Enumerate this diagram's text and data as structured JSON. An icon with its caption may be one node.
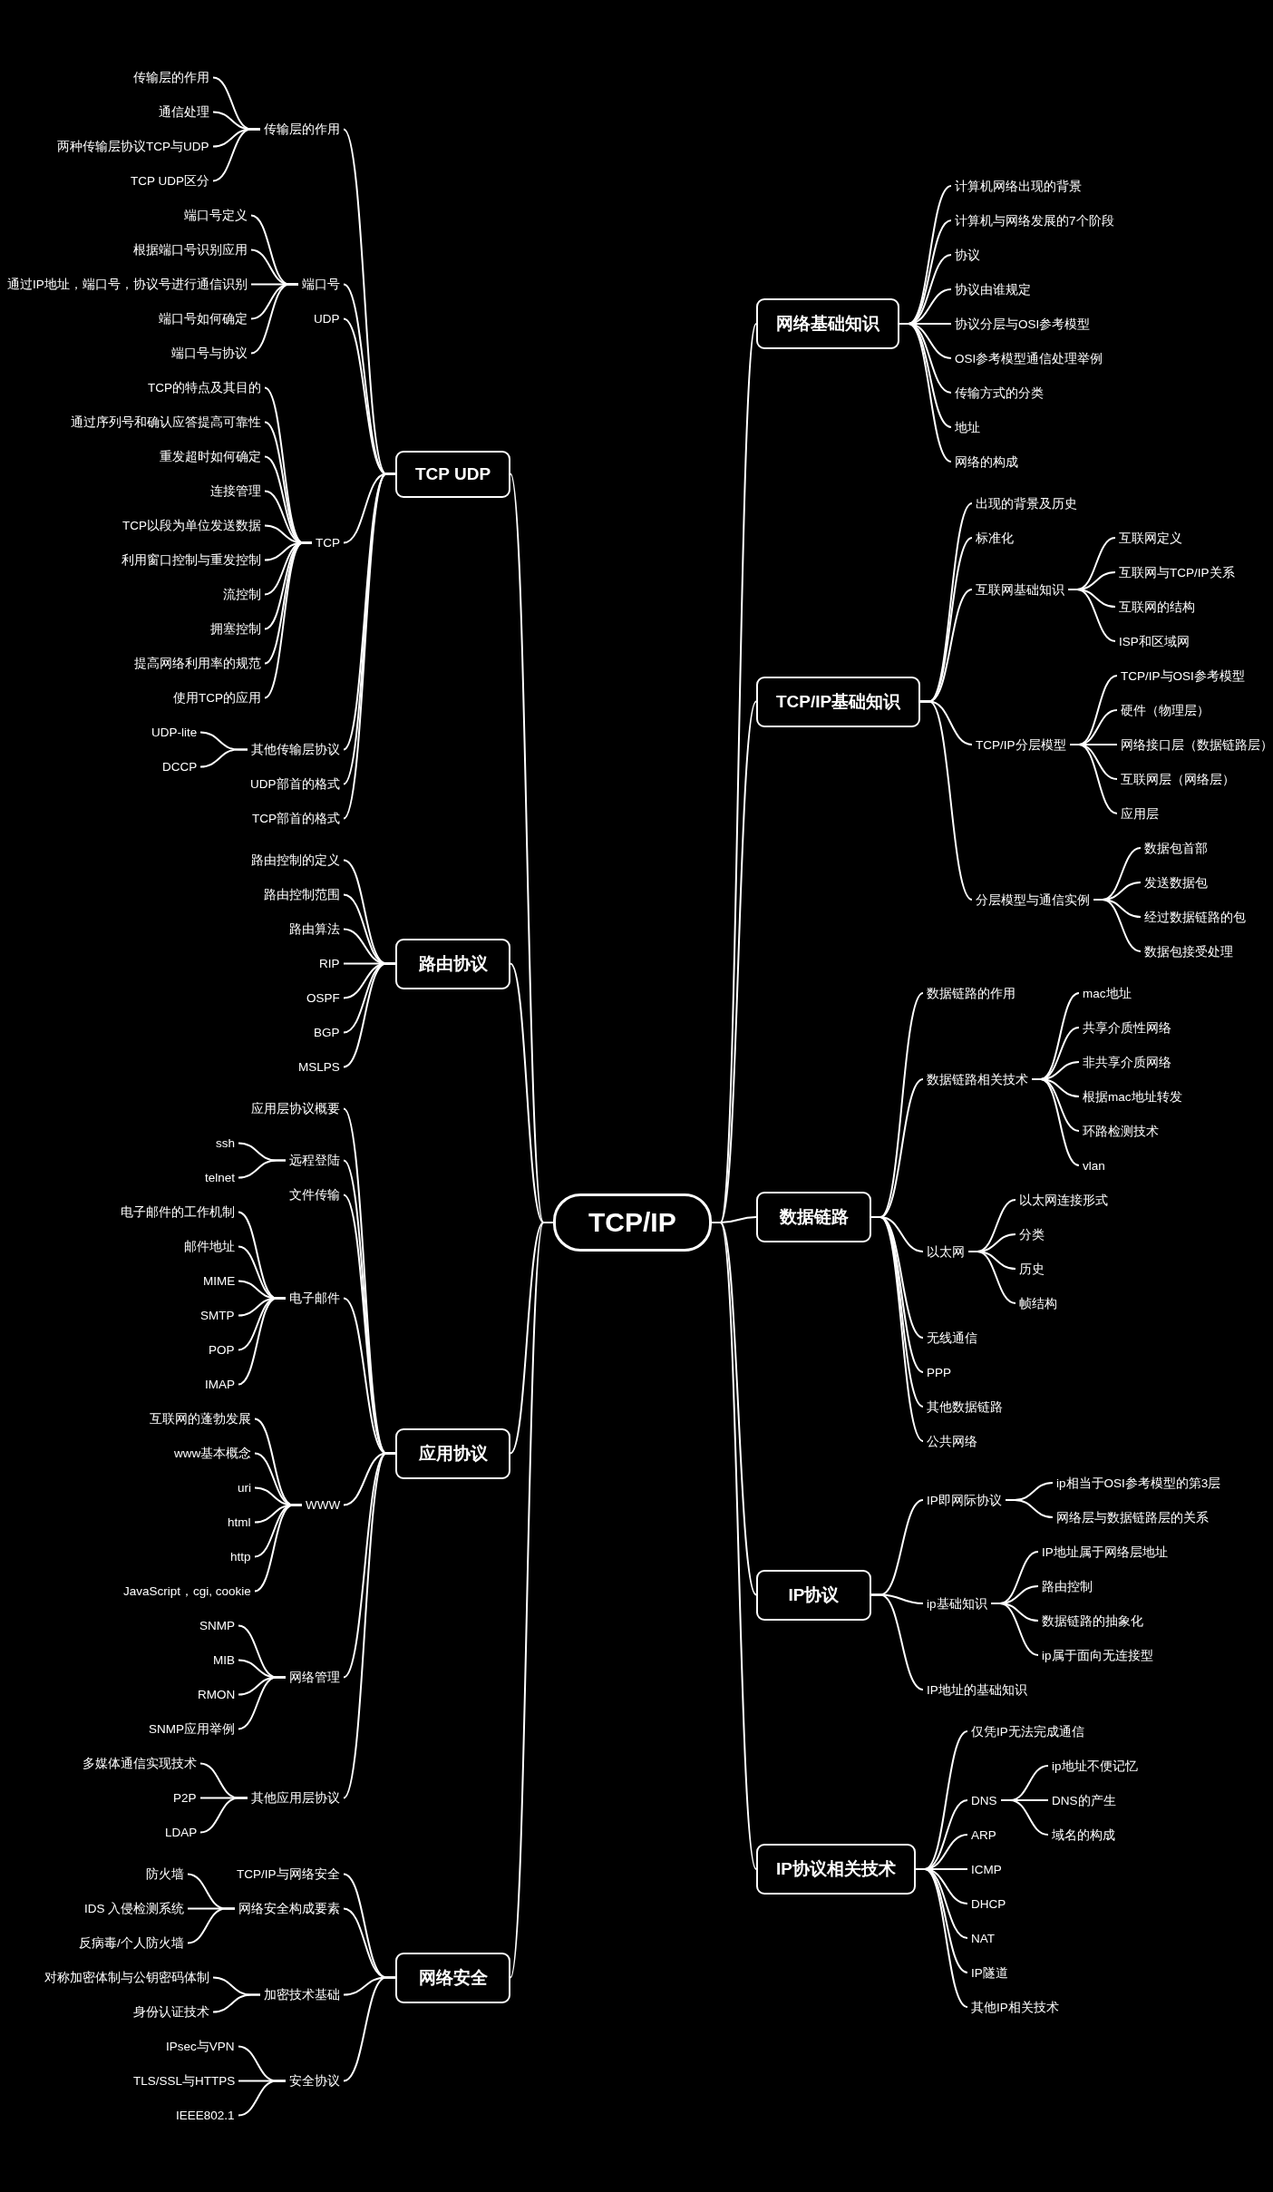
{
  "diagram": {
    "nodes": [
      {
        "text": [
          "TCP/IP"
        ]
      },
      {
        "text": [
          "TCP UDP"
        ]
      },
      {
        "text": [
          "传输层的作用"
        ]
      },
      {
        "text": [
          "传输层的作用"
        ]
      },
      {
        "text": [
          "通信处理"
        ]
      },
      {
        "text": [
          "两种传输层协议TCP与UDP"
        ]
      },
      {
        "text": [
          "TCP UDP区分"
        ]
      },
      {
        "text": [
          "端口号"
        ]
      },
      {
        "text": [
          "端口号定义"
        ]
      },
      {
        "text": [
          "根据端口号识别应用"
        ]
      },
      {
        "text": [
          "通过IP地址，端口号，协议号进行通信识别"
        ]
      },
      {
        "text": [
          "端口号如何确定"
        ]
      },
      {
        "text": [
          "端口号与协议"
        ]
      },
      {
        "text": [
          "UDP"
        ]
      },
      {
        "text": [
          "TCP"
        ]
      },
      {
        "text": [
          "TCP的特点及其目的"
        ]
      },
      {
        "text": [
          "通过序列号和确认应答提高可靠性"
        ]
      },
      {
        "text": [
          "重发超时如何确定"
        ]
      },
      {
        "text": [
          "连接管理"
        ]
      },
      {
        "text": [
          "TCP以段为单位发送数据"
        ]
      },
      {
        "text": [
          "利用窗口控制与重发控制"
        ]
      },
      {
        "text": [
          "流控制"
        ]
      },
      {
        "text": [
          "拥塞控制"
        ]
      },
      {
        "text": [
          "提高网络利用率的规范"
        ]
      },
      {
        "text": [
          "使用TCP的应用"
        ]
      },
      {
        "text": [
          "其他传输层协议"
        ]
      },
      {
        "text": [
          "UDP-lite"
        ]
      },
      {
        "text": [
          "DCCP"
        ]
      },
      {
        "text": [
          "UDP部首的格式"
        ]
      },
      {
        "text": [
          "TCP部首的格式"
        ]
      },
      {
        "text": [
          "路由协议"
        ]
      },
      {
        "text": [
          "路由控制的定义"
        ]
      },
      {
        "text": [
          "路由控制范围"
        ]
      },
      {
        "text": [
          "路由算法"
        ]
      },
      {
        "text": [
          "RIP"
        ]
      },
      {
        "text": [
          "OSPF"
        ]
      },
      {
        "text": [
          "BGP"
        ]
      },
      {
        "text": [
          "MSLPS"
        ]
      },
      {
        "text": [
          "应用协议"
        ]
      },
      {
        "text": [
          "应用层协议概要"
        ]
      },
      {
        "text": [
          "远程登陆"
        ]
      },
      {
        "text": [
          "ssh"
        ]
      },
      {
        "text": [
          "telnet"
        ]
      },
      {
        "text": [
          "文件传输"
        ]
      },
      {
        "text": [
          "电子邮件"
        ]
      },
      {
        "text": [
          "电子邮件的工作机制"
        ]
      },
      {
        "text": [
          "邮件地址"
        ]
      },
      {
        "text": [
          "MIME"
        ]
      },
      {
        "text": [
          "SMTP"
        ]
      },
      {
        "text": [
          "POP"
        ]
      },
      {
        "text": [
          "IMAP"
        ]
      },
      {
        "text": [
          "WWW"
        ]
      },
      {
        "text": [
          "互联网的蓬勃发展"
        ]
      },
      {
        "text": [
          "www基本概念"
        ]
      },
      {
        "text": [
          "uri"
        ]
      },
      {
        "text": [
          "html"
        ]
      },
      {
        "text": [
          "http"
        ]
      },
      {
        "text": [
          "JavaScript，cgi, cookie"
        ]
      },
      {
        "text": [
          "网络管理"
        ]
      },
      {
        "text": [
          "SNMP"
        ]
      },
      {
        "text": [
          "MIB"
        ]
      },
      {
        "text": [
          "RMON"
        ]
      },
      {
        "text": [
          "SNMP应用举例"
        ]
      },
      {
        "text": [
          "其他应用层协议"
        ]
      },
      {
        "text": [
          "多媒体通信实现技术"
        ]
      },
      {
        "text": [
          "P2P"
        ]
      },
      {
        "text": [
          "LDAP"
        ]
      },
      {
        "text": [
          "网络安全"
        ]
      },
      {
        "text": [
          "TCP/IP与网络安全"
        ]
      },
      {
        "text": [
          "网络安全构成要素"
        ]
      },
      {
        "text": [
          "防火墙"
        ]
      },
      {
        "text": [
          "IDS 入侵检测系统"
        ]
      },
      {
        "text": [
          "反病毒/个人防火墙"
        ]
      },
      {
        "text": [
          "加密技术基础"
        ]
      },
      {
        "text": [
          "对称加密体制与公钥密码体制"
        ]
      },
      {
        "text": [
          "身份认证技术"
        ]
      },
      {
        "text": [
          "安全协议"
        ]
      },
      {
        "text": [
          "IPsec与VPN"
        ]
      },
      {
        "text": [
          "TLS/SSL与HTTPS"
        ]
      },
      {
        "text": [
          "IEEE802.1"
        ]
      },
      {
        "text": [
          "网络基础知识"
        ]
      },
      {
        "text": [
          "计算机网络出现的背景"
        ]
      },
      {
        "text": [
          "计算机与网络发展的7个阶段"
        ]
      },
      {
        "text": [
          "协议"
        ]
      },
      {
        "text": [
          "协议由谁规定"
        ]
      },
      {
        "text": [
          "协议分层与OSI参考模型"
        ]
      },
      {
        "text": [
          "OSI参考模型通信处理举例"
        ]
      },
      {
        "text": [
          "传输方式的分类"
        ]
      },
      {
        "text": [
          "地址"
        ]
      },
      {
        "text": [
          "网络的构成"
        ]
      },
      {
        "text": [
          "TCP/IP基础知识"
        ]
      },
      {
        "text": [
          "出现的背景及历史"
        ]
      },
      {
        "text": [
          "标准化"
        ]
      },
      {
        "text": [
          "互联网基础知识"
        ]
      },
      {
        "text": [
          "互联网定义"
        ]
      },
      {
        "text": [
          "互联网与TCP/IP关系"
        ]
      },
      {
        "text": [
          "互联网的结构"
        ]
      },
      {
        "text": [
          "ISP和区域网"
        ]
      },
      {
        "text": [
          "TCP/IP分层模型"
        ]
      },
      {
        "text": [
          "TCP/IP与OSI参考模型"
        ]
      },
      {
        "text": [
          "硬件（物理层）"
        ]
      },
      {
        "text": [
          "网络接口层（数据链路层）"
        ]
      },
      {
        "text": [
          "互联网层（网络层）"
        ]
      },
      {
        "text": [
          "应用层"
        ]
      },
      {
        "text": [
          "分层模型与通信实例"
        ]
      },
      {
        "text": [
          "数据包首部"
        ]
      },
      {
        "text": [
          "发送数据包"
        ]
      },
      {
        "text": [
          "经过数据链路的包"
        ]
      },
      {
        "text": [
          "数据包接受处理"
        ]
      },
      {
        "text": [
          "数据链路"
        ]
      },
      {
        "text": [
          "数据链路的作用"
        ]
      },
      {
        "text": [
          "数据链路相关技术"
        ]
      },
      {
        "text": [
          "mac地址"
        ]
      },
      {
        "text": [
          "共享介质性网络"
        ]
      },
      {
        "text": [
          "非共享介质网络"
        ]
      },
      {
        "text": [
          "根据mac地址转发"
        ]
      },
      {
        "text": [
          "环路检测技术"
        ]
      },
      {
        "text": [
          "vlan"
        ]
      },
      {
        "text": [
          "以太网"
        ]
      },
      {
        "text": [
          "以太网连接形式"
        ]
      },
      {
        "text": [
          "分类"
        ]
      },
      {
        "text": [
          "历史"
        ]
      },
      {
        "text": [
          "帧结构"
        ]
      },
      {
        "text": [
          "无线通信"
        ]
      },
      {
        "text": [
          "PPP"
        ]
      },
      {
        "text": [
          "其他数据链路"
        ]
      },
      {
        "text": [
          "公共网络"
        ]
      },
      {
        "text": [
          "IP协议"
        ]
      },
      {
        "text": [
          "IP即网际协议"
        ]
      },
      {
        "text": [
          "ip相当于OSI参考模型的第3层"
        ]
      },
      {
        "text": [
          "网络层与数据链路层的关系"
        ]
      },
      {
        "text": [
          "ip基础知识"
        ]
      },
      {
        "text": [
          "IP地址属于网络层地址"
        ]
      },
      {
        "text": [
          "路由控制"
        ]
      },
      {
        "text": [
          "数据链路的抽象化"
        ]
      },
      {
        "text": [
          "ip属于面向无连接型"
        ]
      },
      {
        "text": [
          "IP地址的基础知识"
        ]
      },
      {
        "text": [
          "IP协议相关技术"
        ]
      },
      {
        "text": [
          "仅凭IP无法完成通信"
        ]
      },
      {
        "text": [
          "DNS"
        ]
      },
      {
        "text": [
          "ip地址不便记忆"
        ]
      },
      {
        "text": [
          "DNS的产生"
        ]
      },
      {
        "text": [
          "域名的构成"
        ]
      },
      {
        "text": [
          "ARP"
        ]
      },
      {
        "text": [
          "ICMP"
        ]
      },
      {
        "text": [
          "DHCP"
        ]
      },
      {
        "text": [
          "NAT"
        ]
      },
      {
        "text": [
          "IP隧道"
        ]
      },
      {
        "text": [
          "其他IP相关技术"
        ]
      }
    ],
    "edges": [
      {
        "from": 0,
        "to": 1,
        "arrow": "none"
      },
      {
        "from": 0,
        "to": 30,
        "arrow": "none"
      },
      {
        "from": 0,
        "to": 38,
        "arrow": "none"
      },
      {
        "from": 0,
        "to": 67,
        "arrow": "none"
      },
      {
        "from": 0,
        "to": 80,
        "arrow": "none"
      },
      {
        "from": 0,
        "to": 90,
        "arrow": "none"
      },
      {
        "from": 0,
        "to": 109,
        "arrow": "none"
      },
      {
        "from": 0,
        "to": 127,
        "arrow": "none"
      },
      {
        "from": 0,
        "to": 137,
        "arrow": "none"
      },
      {
        "from": 1,
        "to": 2,
        "arrow": "none"
      },
      {
        "from": 1,
        "to": 7,
        "arrow": "none"
      },
      {
        "from": 1,
        "to": 13,
        "arrow": "none"
      },
      {
        "from": 1,
        "to": 14,
        "arrow": "none"
      },
      {
        "from": 1,
        "to": 25,
        "arrow": "none"
      },
      {
        "from": 1,
        "to": 28,
        "arrow": "none"
      },
      {
        "from": 1,
        "to": 29,
        "arrow": "none"
      },
      {
        "from": 2,
        "to": 3,
        "arrow": "none"
      },
      {
        "from": 2,
        "to": 4,
        "arrow": "none"
      },
      {
        "from": 2,
        "to": 5,
        "arrow": "none"
      },
      {
        "from": 2,
        "to": 6,
        "arrow": "none"
      },
      {
        "from": 7,
        "to": 8,
        "arrow": "none"
      },
      {
        "from": 7,
        "to": 9,
        "arrow": "none"
      },
      {
        "from": 7,
        "to": 10,
        "arrow": "none"
      },
      {
        "from": 7,
        "to": 11,
        "arrow": "none"
      },
      {
        "from": 7,
        "to": 12,
        "arrow": "none"
      },
      {
        "from": 14,
        "to": 15,
        "arrow": "none"
      },
      {
        "from": 14,
        "to": 16,
        "arrow": "none"
      },
      {
        "from": 14,
        "to": 17,
        "arrow": "none"
      },
      {
        "from": 14,
        "to": 18,
        "arrow": "none"
      },
      {
        "from": 14,
        "to": 19,
        "arrow": "none"
      },
      {
        "from": 14,
        "to": 20,
        "arrow": "none"
      },
      {
        "from": 14,
        "to": 21,
        "arrow": "none"
      },
      {
        "from": 14,
        "to": 22,
        "arrow": "none"
      },
      {
        "from": 14,
        "to": 23,
        "arrow": "none"
      },
      {
        "from": 14,
        "to": 24,
        "arrow": "none"
      },
      {
        "from": 25,
        "to": 26,
        "arrow": "none"
      },
      {
        "from": 25,
        "to": 27,
        "arrow": "none"
      },
      {
        "from": 30,
        "to": 31,
        "arrow": "none"
      },
      {
        "from": 30,
        "to": 32,
        "arrow": "none"
      },
      {
        "from": 30,
        "to": 33,
        "arrow": "none"
      },
      {
        "from": 30,
        "to": 34,
        "arrow": "none"
      },
      {
        "from": 30,
        "to": 35,
        "arrow": "none"
      },
      {
        "from": 30,
        "to": 36,
        "arrow": "none"
      },
      {
        "from": 30,
        "to": 37,
        "arrow": "none"
      },
      {
        "from": 38,
        "to": 39,
        "arrow": "none"
      },
      {
        "from": 38,
        "to": 40,
        "arrow": "none"
      },
      {
        "from": 38,
        "to": 43,
        "arrow": "none"
      },
      {
        "from": 38,
        "to": 44,
        "arrow": "none"
      },
      {
        "from": 38,
        "to": 51,
        "arrow": "none"
      },
      {
        "from": 38,
        "to": 58,
        "arrow": "none"
      },
      {
        "from": 38,
        "to": 63,
        "arrow": "none"
      },
      {
        "from": 40,
        "to": 41,
        "arrow": "none"
      },
      {
        "from": 40,
        "to": 42,
        "arrow": "none"
      },
      {
        "from": 44,
        "to": 45,
        "arrow": "none"
      },
      {
        "from": 44,
        "to": 46,
        "arrow": "none"
      },
      {
        "from": 44,
        "to": 47,
        "arrow": "none"
      },
      {
        "from": 44,
        "to": 48,
        "arrow": "none"
      },
      {
        "from": 44,
        "to": 49,
        "arrow": "none"
      },
      {
        "from": 44,
        "to": 50,
        "arrow": "none"
      },
      {
        "from": 51,
        "to": 52,
        "arrow": "none"
      },
      {
        "from": 51,
        "to": 53,
        "arrow": "none"
      },
      {
        "from": 51,
        "to": 54,
        "arrow": "none"
      },
      {
        "from": 51,
        "to": 55,
        "arrow": "none"
      },
      {
        "from": 51,
        "to": 56,
        "arrow": "none"
      },
      {
        "from": 51,
        "to": 57,
        "arrow": "none"
      },
      {
        "from": 58,
        "to": 59,
        "arrow": "none"
      },
      {
        "from": 58,
        "to": 60,
        "arrow": "none"
      },
      {
        "from": 58,
        "to": 61,
        "arrow": "none"
      },
      {
        "from": 58,
        "to": 62,
        "arrow": "none"
      },
      {
        "from": 63,
        "to": 64,
        "arrow": "none"
      },
      {
        "from": 63,
        "to": 65,
        "arrow": "none"
      },
      {
        "from": 63,
        "to": 66,
        "arrow": "none"
      },
      {
        "from": 67,
        "to": 68,
        "arrow": "none"
      },
      {
        "from": 67,
        "to": 69,
        "arrow": "none"
      },
      {
        "from": 67,
        "to": 73,
        "arrow": "none"
      },
      {
        "from": 67,
        "to": 76,
        "arrow": "none"
      },
      {
        "from": 69,
        "to": 70,
        "arrow": "none"
      },
      {
        "from": 69,
        "to": 71,
        "arrow": "none"
      },
      {
        "from": 69,
        "to": 72,
        "arrow": "none"
      },
      {
        "from": 73,
        "to": 74,
        "arrow": "none"
      },
      {
        "from": 73,
        "to": 75,
        "arrow": "none"
      },
      {
        "from": 76,
        "to": 77,
        "arrow": "none"
      },
      {
        "from": 76,
        "to": 78,
        "arrow": "none"
      },
      {
        "from": 76,
        "to": 79,
        "arrow": "none"
      },
      {
        "from": 80,
        "to": 81,
        "arrow": "none"
      },
      {
        "from": 80,
        "to": 82,
        "arrow": "none"
      },
      {
        "from": 80,
        "to": 83,
        "arrow": "none"
      },
      {
        "from": 80,
        "to": 84,
        "arrow": "none"
      },
      {
        "from": 80,
        "to": 85,
        "arrow": "none"
      },
      {
        "from": 80,
        "to": 86,
        "arrow": "none"
      },
      {
        "from": 80,
        "to": 87,
        "arrow": "none"
      },
      {
        "from": 80,
        "to": 88,
        "arrow": "none"
      },
      {
        "from": 80,
        "to": 89,
        "arrow": "none"
      },
      {
        "from": 90,
        "to": 91,
        "arrow": "none"
      },
      {
        "from": 90,
        "to": 92,
        "arrow": "none"
      },
      {
        "from": 90,
        "to": 93,
        "arrow": "none"
      },
      {
        "from": 90,
        "to": 98,
        "arrow": "none"
      },
      {
        "from": 90,
        "to": 104,
        "arrow": "none"
      },
      {
        "from": 93,
        "to": 94,
        "arrow": "none"
      },
      {
        "from": 93,
        "to": 95,
        "arrow": "none"
      },
      {
        "from": 93,
        "to": 96,
        "arrow": "none"
      },
      {
        "from": 93,
        "to": 97,
        "arrow": "none"
      },
      {
        "from": 98,
        "to": 99,
        "arrow": "none"
      },
      {
        "from": 98,
        "to": 100,
        "arrow": "none"
      },
      {
        "from": 98,
        "to": 101,
        "arrow": "none"
      },
      {
        "from": 98,
        "to": 102,
        "arrow": "none"
      },
      {
        "from": 98,
        "to": 103,
        "arrow": "none"
      },
      {
        "from": 104,
        "to": 105,
        "arrow": "none"
      },
      {
        "from": 104,
        "to": 106,
        "arrow": "none"
      },
      {
        "from": 104,
        "to": 107,
        "arrow": "none"
      },
      {
        "from": 104,
        "to": 108,
        "arrow": "none"
      },
      {
        "from": 109,
        "to": 110,
        "arrow": "none"
      },
      {
        "from": 109,
        "to": 111,
        "arrow": "none"
      },
      {
        "from": 109,
        "to": 118,
        "arrow": "none"
      },
      {
        "from": 109,
        "to": 123,
        "arrow": "none"
      },
      {
        "from": 109,
        "to": 124,
        "arrow": "none"
      },
      {
        "from": 109,
        "to": 125,
        "arrow": "none"
      },
      {
        "from": 109,
        "to": 126,
        "arrow": "none"
      },
      {
        "from": 111,
        "to": 112,
        "arrow": "none"
      },
      {
        "from": 111,
        "to": 113,
        "arrow": "none"
      },
      {
        "from": 111,
        "to": 114,
        "arrow": "none"
      },
      {
        "from": 111,
        "to": 115,
        "arrow": "none"
      },
      {
        "from": 111,
        "to": 116,
        "arrow": "none"
      },
      {
        "from": 111,
        "to": 117,
        "arrow": "none"
      },
      {
        "from": 118,
        "to": 119,
        "arrow": "none"
      },
      {
        "from": 118,
        "to": 120,
        "arrow": "none"
      },
      {
        "from": 118,
        "to": 121,
        "arrow": "none"
      },
      {
        "from": 118,
        "to": 122,
        "arrow": "none"
      },
      {
        "from": 127,
        "to": 128,
        "arrow": "none"
      },
      {
        "from": 127,
        "to": 131,
        "arrow": "none"
      },
      {
        "from": 127,
        "to": 136,
        "arrow": "none"
      },
      {
        "from": 128,
        "to": 129,
        "arrow": "none"
      },
      {
        "from": 128,
        "to": 130,
        "arrow": "none"
      },
      {
        "from": 131,
        "to": 132,
        "arrow": "none"
      },
      {
        "from": 131,
        "to": 133,
        "arrow": "none"
      },
      {
        "from": 131,
        "to": 134,
        "arrow": "none"
      },
      {
        "from": 131,
        "to": 135,
        "arrow": "none"
      },
      {
        "from": 137,
        "to": 138,
        "arrow": "none"
      },
      {
        "from": 137,
        "to": 139,
        "arrow": "none"
      },
      {
        "from": 137,
        "to": 143,
        "arrow": "none"
      },
      {
        "from": 137,
        "to": 144,
        "arrow": "none"
      },
      {
        "from": 137,
        "to": 145,
        "arrow": "none"
      },
      {
        "from": 137,
        "to": 146,
        "arrow": "none"
      },
      {
        "from": 137,
        "to": 147,
        "arrow": "none"
      },
      {
        "from": 137,
        "to": 148,
        "arrow": "none"
      },
      {
        "from": 139,
        "to": 140,
        "arrow": "none"
      },
      {
        "from": 139,
        "to": 141,
        "arrow": "none"
      },
      {
        "from": 139,
        "to": 142,
        "arrow": "none"
      }
    ]
  }
}
